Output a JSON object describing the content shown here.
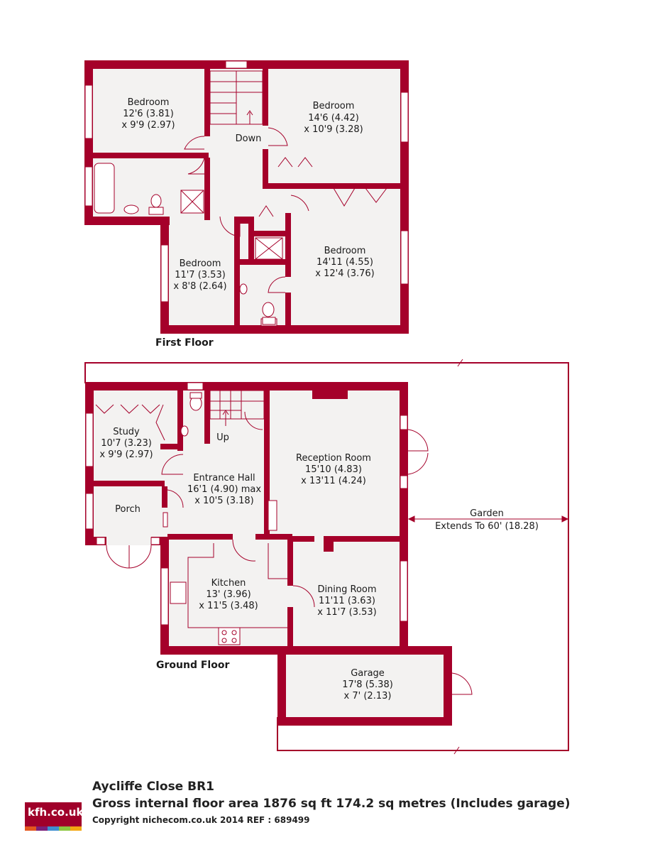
{
  "colors": {
    "wall": "#a5002a",
    "floor": "#f3f2f1",
    "line": "#a5002a"
  },
  "first_floor": {
    "label": "First Floor",
    "rooms": [
      {
        "id": "bedroom1",
        "name": "Bedroom",
        "dims": "12'6 (3.81)",
        "dims2": "x 9'9 (2.97)"
      },
      {
        "id": "bedroom2",
        "name": "Bedroom",
        "dims": "14'6 (4.42)",
        "dims2": "x 10'9 (3.28)"
      },
      {
        "id": "bedroom3",
        "name": "Bedroom",
        "dims": "11'7 (3.53)",
        "dims2": "x 8'8 (2.64)"
      },
      {
        "id": "bedroom4",
        "name": "Bedroom",
        "dims": "14'11 (4.55)",
        "dims2": "x 12'4 (3.76)"
      }
    ],
    "stairs_label": "Down"
  },
  "ground_floor": {
    "label": "Ground Floor",
    "rooms": [
      {
        "id": "study",
        "name": "Study",
        "dims": "10'7 (3.23)",
        "dims2": "x 9'9 (2.97)"
      },
      {
        "id": "hall",
        "name": "Entrance Hall",
        "dims": "16'1 (4.90) max",
        "dims2": "x 10'5 (3.18)"
      },
      {
        "id": "porch",
        "name": "Porch",
        "dims": "",
        "dims2": ""
      },
      {
        "id": "reception",
        "name": "Reception Room",
        "dims": "15'10 (4.83)",
        "dims2": "x 13'11 (4.24)"
      },
      {
        "id": "kitchen",
        "name": "Kitchen",
        "dims": "13' (3.96)",
        "dims2": "x 11'5 (3.48)"
      },
      {
        "id": "dining",
        "name": "Dining Room",
        "dims": "11'11 (3.63)",
        "dims2": "x 11'7 (3.53)"
      },
      {
        "id": "garage",
        "name": "Garage",
        "dims": "17'8 (5.38)",
        "dims2": "x 7' (2.13)"
      }
    ],
    "stairs_label": "Up",
    "garden": {
      "name": "Garden",
      "note": "Extends To 60' (18.28)"
    }
  },
  "footer": {
    "address": "Aycliffe Close  BR1",
    "area": "Gross internal floor area 1876 sq ft 174.2 sq metres (Includes garage)",
    "copyright": "Copyright nichecom.co.uk 2014     REF : 689499",
    "logo": "kfh.co.uk",
    "logo_colors": [
      "#e4571d",
      "#7a1f7a",
      "#3f8fd0",
      "#8cc63f",
      "#f3a712"
    ]
  }
}
